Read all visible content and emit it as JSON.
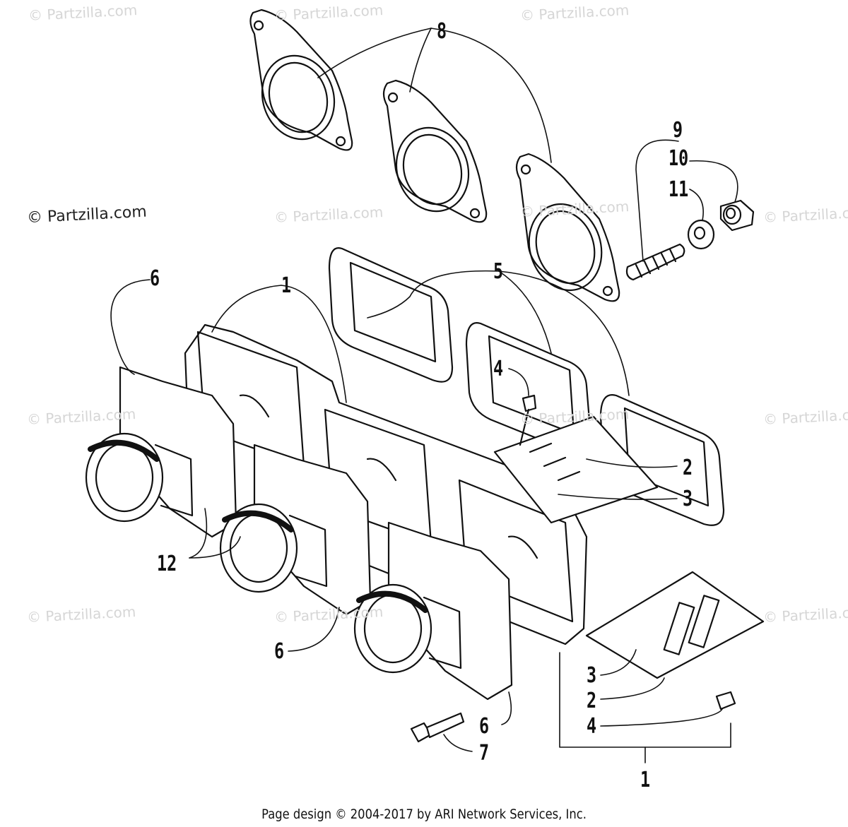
{
  "watermarks": {
    "tl": "© Partzilla.com",
    "tr": "© Partzilla.com",
    "mid_top": "© Partzilla.com",
    "left_dark": "© Partzilla.com",
    "center": "© Partzilla.com",
    "center2": "© Partzilla.com",
    "right": "© Partzilla.com",
    "left_low": "© Partzilla.com",
    "right_low": "© Partzilla.com",
    "center_low": "© Partzilla.com",
    "center_low2": "© Partzilla.com",
    "bottom_left": "© Partzilla.com",
    "bottom_right": "© Partzilla.com"
  },
  "callouts": {
    "c8": "8",
    "c9": "9",
    "c10": "10",
    "c11": "11",
    "c6a": "6",
    "c1a": "1",
    "c5": "5",
    "c4a": "4",
    "c2a": "2",
    "c3a": "3",
    "c12": "12",
    "c6b": "6",
    "c3b": "3",
    "c2b": "2",
    "c4b": "4",
    "c6c": "6",
    "c7": "7",
    "c1b": "1"
  },
  "footer": "Page design © 2004-2017 by ARI Network Services, Inc."
}
